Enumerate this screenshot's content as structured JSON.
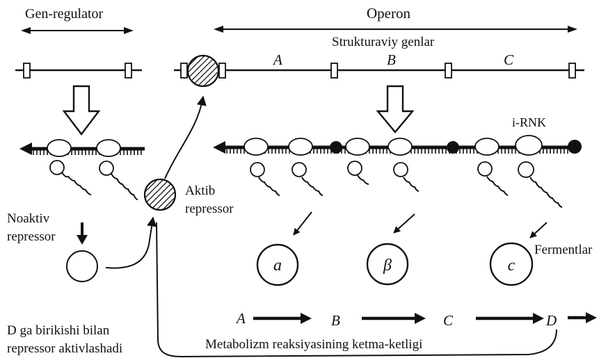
{
  "labels": {
    "gen_regulator": "Gen-regulator",
    "operon": "Operon",
    "strukturaviy_genlar": "Strukturaviy genlar",
    "gene_A": "A",
    "gene_B": "B",
    "gene_C": "C",
    "irnk": "i-RNK",
    "aktib_line1": "Aktib",
    "aktib_line2": "repressor",
    "noaktiv_line1": "Noaktiv",
    "noaktiv_line2": "repressor",
    "enzyme_a": "a",
    "enzyme_b": "β",
    "enzyme_c": "c",
    "fermentlar": "Fermentlar",
    "metab_A": "A",
    "metab_B": "B",
    "metab_C": "C",
    "metab_D": "D",
    "d_line1": "D ga birikishi bilan",
    "d_line2": "repressor aktivlashadi",
    "metabolizm": "Metabolizm reaksiyasining ketma-ketligi"
  },
  "colors": {
    "ink": "#111111",
    "background": "#ffffff"
  }
}
